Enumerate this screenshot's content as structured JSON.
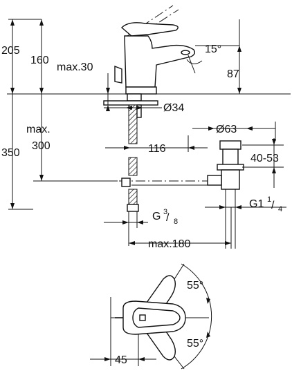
{
  "side_view": {
    "dim_205": "205",
    "dim_160": "160",
    "dim_max30": "max.30",
    "dim_15deg": "15°",
    "dim_87": "87",
    "dim_dia34": "Ø34",
    "dim_max300_line1": "max.",
    "dim_max300_line2": "300",
    "dim_350": "350",
    "dim_116": "116",
    "dim_dia63": "Ø63",
    "dim_40_53": "40-53",
    "thread_g38_main": "G",
    "thread_g38_num": "3",
    "thread_g38_den": "8",
    "thread_g114_main": "G1",
    "thread_g114_num": "1",
    "thread_g114_den": "4",
    "dim_max180": "max.180"
  },
  "top_view": {
    "dim_55_top": "55°",
    "dim_55_bottom": "55°",
    "dim_45": "45"
  }
}
